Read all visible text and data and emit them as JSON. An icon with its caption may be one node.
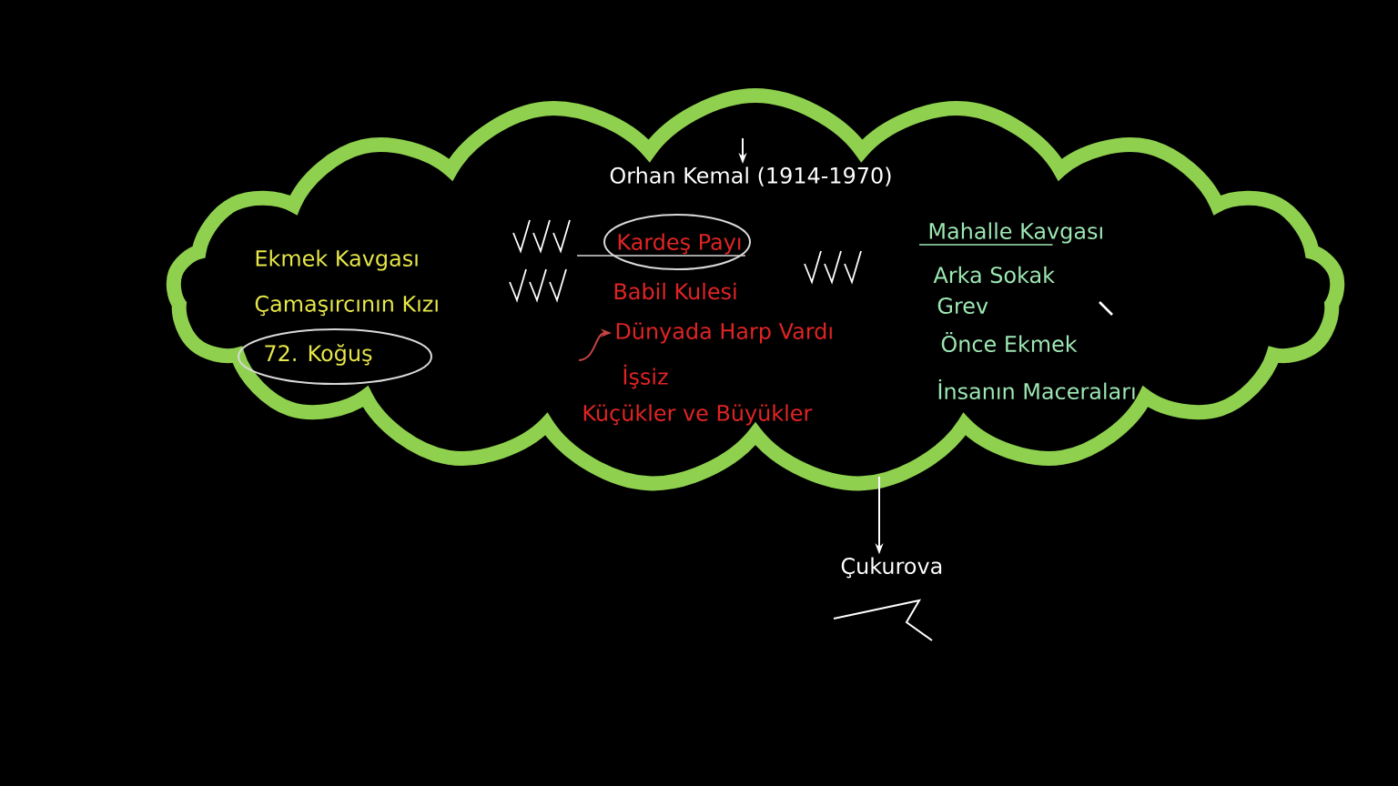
{
  "diagram": {
    "nodes": [
      {
        "text": [],
        "shape": "cloud"
      },
      {
        "text": [
          "Orhan Kemal (1914-1970)"
        ],
        "in": 0
      },
      {
        "text": [
          "Ekmek Kavgası"
        ],
        "in": 0
      },
      {
        "text": [
          "Çamaşırcının Kızı"
        ],
        "in": 0
      },
      {
        "text": [
          "72. Koğuş"
        ],
        "in": 0
      },
      {
        "text": [
          "Kardeş Payı"
        ],
        "in": 0
      },
      {
        "text": [
          "Babil Kulesi"
        ],
        "in": 0
      },
      {
        "text": [
          "Dünyada Harp Vardı"
        ],
        "in": 0
      },
      {
        "text": [
          "İşsiz"
        ],
        "in": 0
      },
      {
        "text": [
          "Küçükler ve Büyükler"
        ],
        "in": 0
      },
      {
        "text": [
          "Mahalle Kavgası"
        ],
        "in": 0
      },
      {
        "text": [
          "Arka Sokak"
        ],
        "in": 0
      },
      {
        "text": [
          "Grev"
        ],
        "in": 0
      },
      {
        "text": [
          "Önce Ekmek"
        ],
        "in": 0
      },
      {
        "text": [
          "İnsanın Maceraları"
        ],
        "in": 0
      },
      {
        "text": [
          "Çukurova"
        ]
      }
    ],
    "edges": [
      {
        "from": null,
        "to": 1,
        "arrow": "to"
      },
      {
        "from": null,
        "to": 7,
        "arrow": "to",
        "color": "#e02424"
      },
      {
        "from": 0,
        "to": 15,
        "arrow": "to"
      }
    ]
  }
}
